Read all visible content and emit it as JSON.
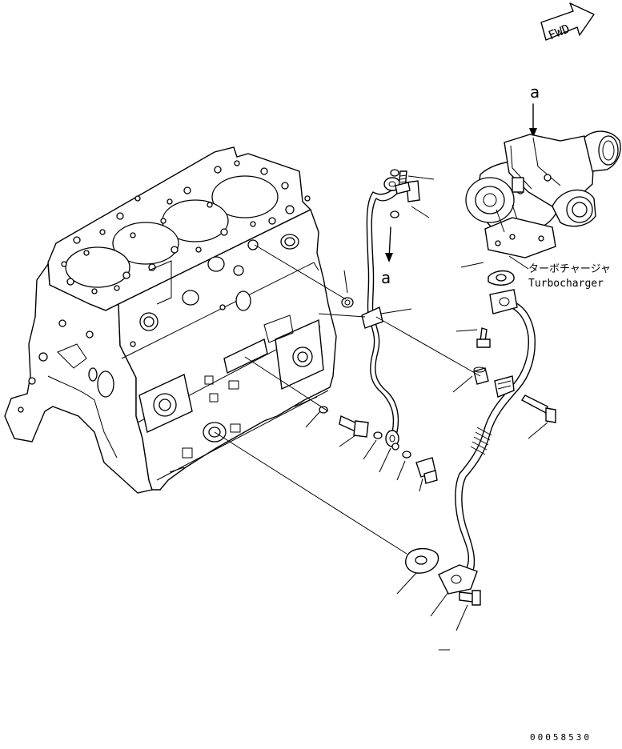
{
  "diagram": {
    "fwd_label": "FWD",
    "marker_top": "a",
    "marker_pipe": "a",
    "turbo_label_jp": "ターボチャージャ",
    "turbo_label_en": "Turbocharger",
    "figure_number": "00058530"
  }
}
